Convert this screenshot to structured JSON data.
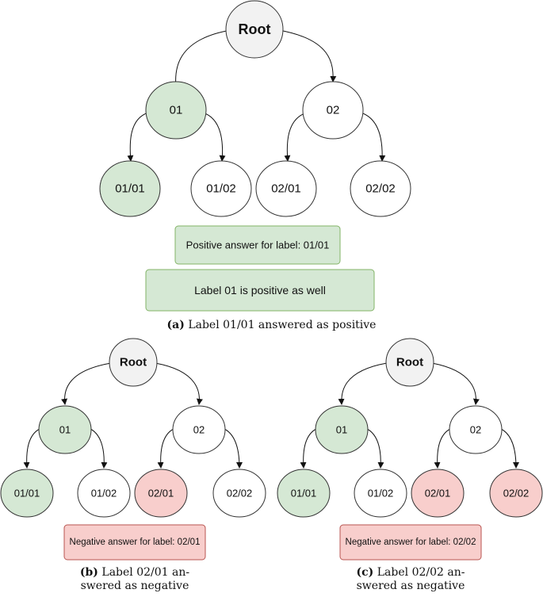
{
  "colors": {
    "root_fill": "#f2f2f2",
    "positive_fill": "#d5e8d4",
    "negative_fill": "#f8cecc",
    "neutral_fill": "#ffffff",
    "stroke": "#333333",
    "positive_box_stroke": "#82b366",
    "negative_box_stroke": "#b85450"
  },
  "diagram_a": {
    "root": "Root",
    "l1_left": "01",
    "l1_right": "02",
    "leaf_1": "01/01",
    "leaf_2": "01/02",
    "leaf_3": "02/01",
    "leaf_4": "02/02",
    "box_1": "Positive answer for label: 01/01",
    "box_2": "Label 01 is positive as well",
    "caption_tag": "(a)",
    "caption_text": "Label 01/01 answered as positive"
  },
  "diagram_b": {
    "root": "Root",
    "l1_left": "01",
    "l1_right": "02",
    "leaf_1": "01/01",
    "leaf_2": "01/02",
    "leaf_3": "02/01",
    "leaf_4": "02/02",
    "box_1": "Negative answer for label: 02/01",
    "caption_tag": "(b)",
    "caption_line1": "Label 02/01 an-",
    "caption_line2": "swered as negative"
  },
  "diagram_c": {
    "root": "Root",
    "l1_left": "01",
    "l1_right": "02",
    "leaf_1": "01/01",
    "leaf_2": "01/02",
    "leaf_3": "02/01",
    "leaf_4": "02/02",
    "box_1": "Negative answer for label: 02/02",
    "caption_tag": "(c)",
    "caption_line1": "Label 02/02 an-",
    "caption_line2": "swered as negative"
  }
}
